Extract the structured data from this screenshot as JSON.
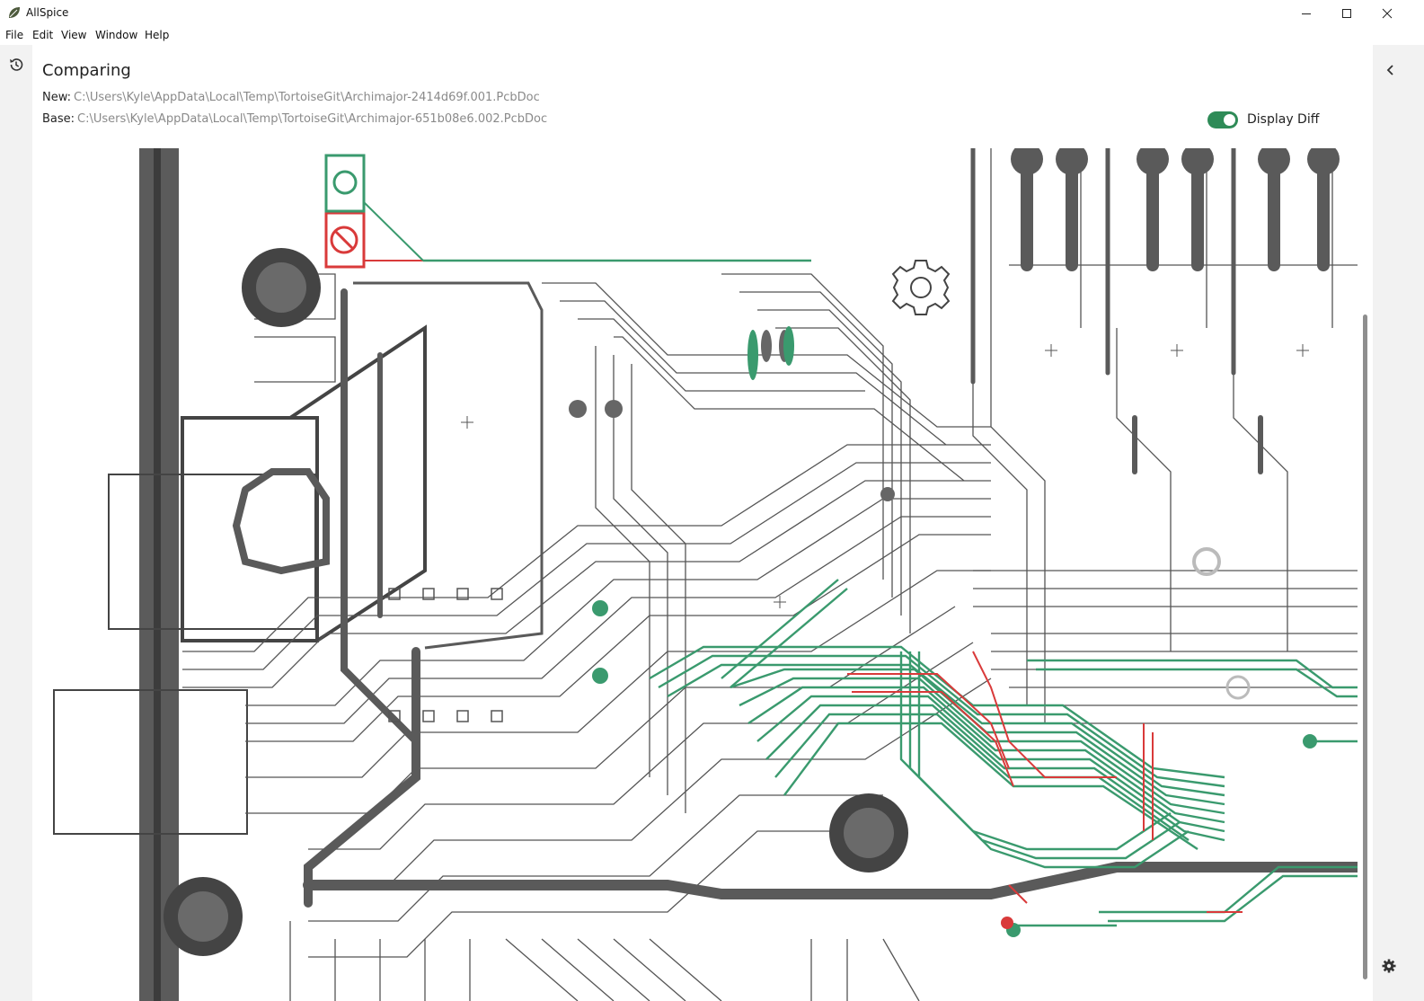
{
  "window": {
    "title": "AllSpice",
    "icons": {
      "logo": "allspice-leaf-icon",
      "minimize": "minimize-icon",
      "maximize": "maximize-icon",
      "close": "close-icon"
    }
  },
  "menu": {
    "items": [
      "File",
      "Edit",
      "View",
      "Window",
      "Help"
    ]
  },
  "sidebar": {
    "history_icon": "history-icon"
  },
  "header": {
    "title": "Comparing",
    "new_label": "New:",
    "new_path": "C:\\Users\\Kyle\\AppData\\Local\\Temp\\TortoiseGit\\Archimajor-2414d69f.001.PcbDoc",
    "base_label": "Base:",
    "base_path": "C:\\Users\\Kyle\\AppData\\Local\\Temp\\TortoiseGit\\Archimajor-651b08e6.002.PcbDoc"
  },
  "display_diff": {
    "label": "Display Diff",
    "enabled": true
  },
  "right_panel": {
    "collapse_icon": "chevron-left-icon",
    "settings_icon": "gear-icon"
  },
  "colors": {
    "accent": "#2e8b57",
    "added": "#3a9a6e",
    "removed": "#d93a3a",
    "trace": "#555555",
    "trace_heavy": "#5a5a5a",
    "pad": "#666666"
  }
}
